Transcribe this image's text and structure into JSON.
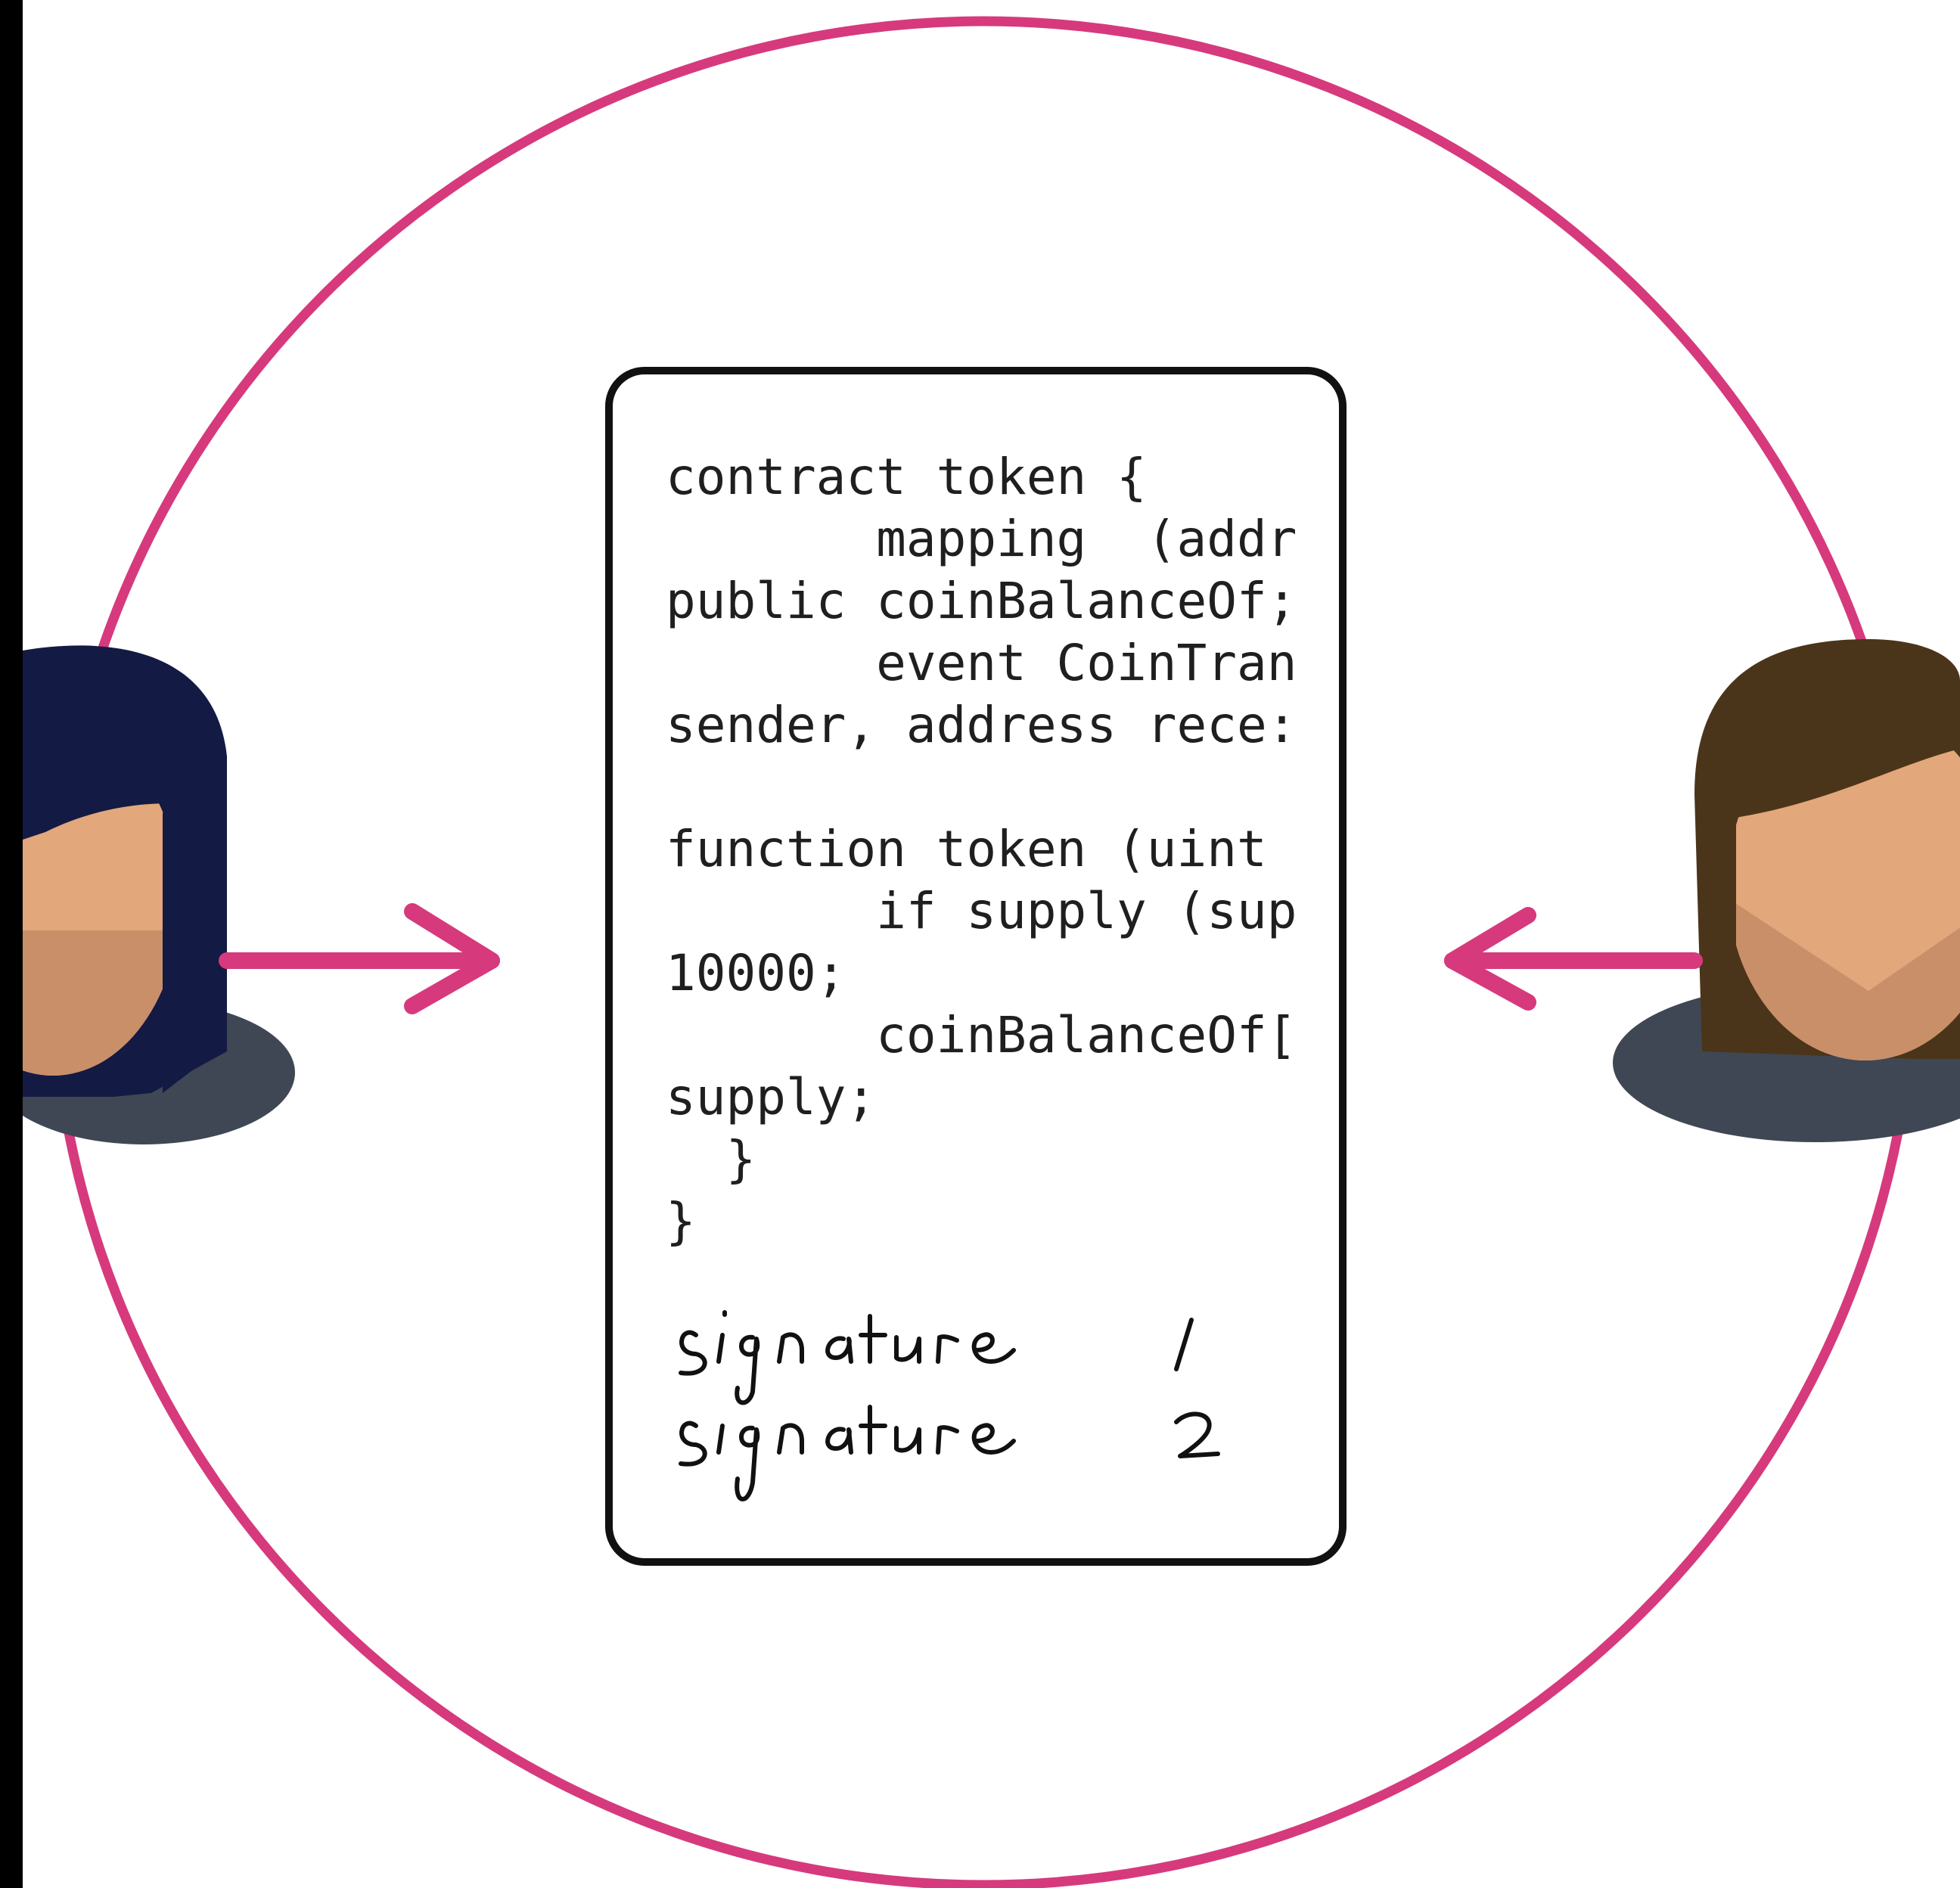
{
  "colors": {
    "circle": "#d63a7c",
    "arrow": "#d63a7c",
    "card_border": "#111111",
    "code_text": "#1f1f1f",
    "skin": "#e2a77a",
    "skin_shadow": "#c98f69",
    "hair_left": "#131a44",
    "hair_right": "#4b351a",
    "shirt": "#3f4754",
    "left_bar": "#000000"
  },
  "diagram": {
    "people": [
      {
        "name": "left-person",
        "hair": "dark-navy"
      },
      {
        "name": "right-person",
        "hair": "brown"
      }
    ],
    "arrows": [
      {
        "from": "left-person",
        "to": "contract-card",
        "direction": "right"
      },
      {
        "from": "right-person",
        "to": "contract-card",
        "direction": "left"
      }
    ]
  },
  "contract": {
    "code_lines": [
      "contract token {",
      "       mapping  (addr",
      "public coinBalanceOf;",
      "       event CoinTran",
      "sender, address rece:",
      "",
      "function token (uint",
      "       if supply (sup",
      "10000;",
      "       coinBalanceOf[",
      "supply;",
      "  }",
      "}"
    ],
    "signatures": [
      "signature 1",
      "signature 2"
    ]
  }
}
